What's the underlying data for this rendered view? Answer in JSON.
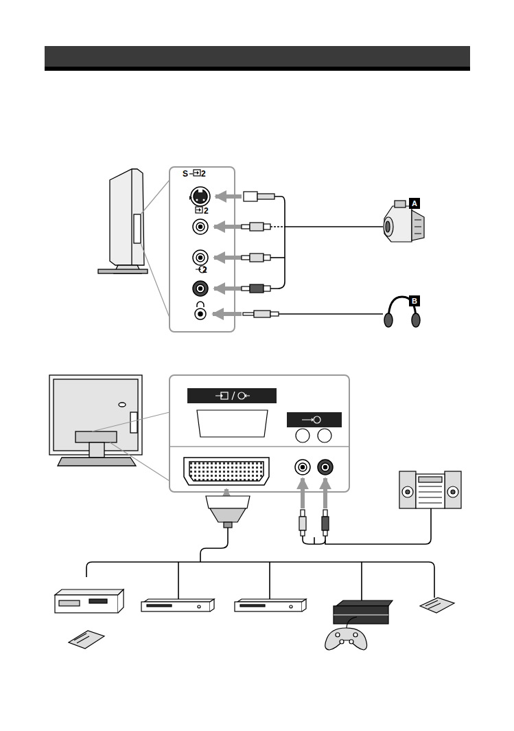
{
  "diagram": {
    "nodes": [
      {
        "text": [
          "S",
          "2",
          "2",
          "2"
        ]
      },
      {
        "text": [
          "A"
        ]
      },
      {
        "text": [
          "B"
        ]
      }
    ]
  }
}
